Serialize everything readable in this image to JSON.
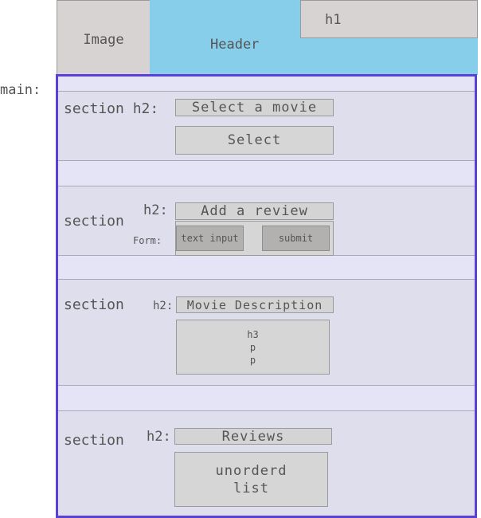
{
  "header": {
    "image_label": "Image",
    "header_label": "Header",
    "h1_label": "h1"
  },
  "main": {
    "label": "main:",
    "sections": [
      {
        "section_label": "section h2:",
        "h2_label": "Select a movie",
        "select_label": "Select"
      },
      {
        "section_label": "section",
        "h2_prefix": "h2:",
        "h2_label": "Add a review",
        "form_label": "Form:",
        "text_input_label": "text input",
        "submit_label": "submit"
      },
      {
        "section_label": "section",
        "h2_prefix": "h2:",
        "h2_label": "Movie Description",
        "content_lines": [
          "h3",
          "p",
          "p"
        ]
      },
      {
        "section_label": "section",
        "h2_prefix": "h2:",
        "h2_label": "Reviews",
        "list_lines": [
          "unorderd",
          "list"
        ]
      }
    ]
  },
  "colors": {
    "header_blue": "#87ceeb",
    "image_gray": "#d8d3d3",
    "main_border": "#5a3fd8",
    "section_bg": "#dfdeec",
    "gap_bg": "#e4e4f6"
  }
}
